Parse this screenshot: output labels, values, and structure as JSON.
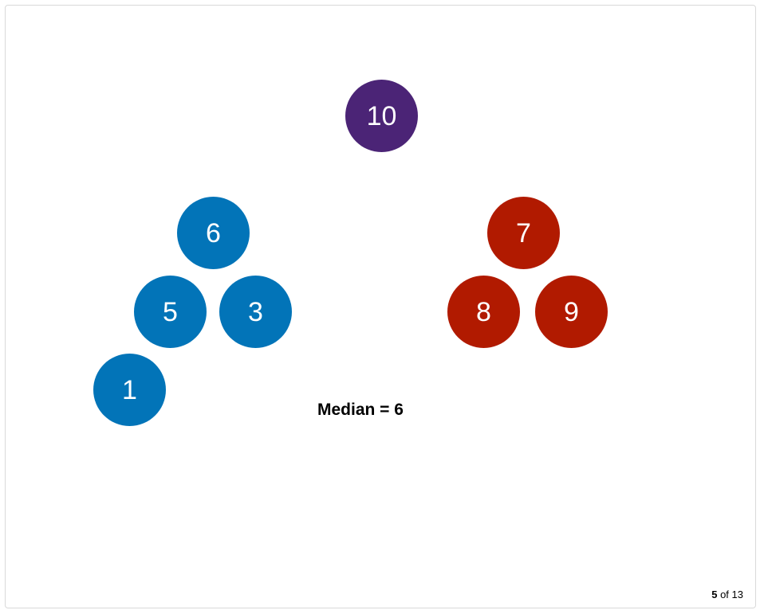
{
  "colors": {
    "purple": "#4b2476",
    "blue": "#0274b8",
    "red": "#b11a00"
  },
  "nodes": {
    "top": "10",
    "blue_top": "6",
    "blue_mid_left": "5",
    "blue_mid_right": "3",
    "blue_bottom": "1",
    "red_top": "7",
    "red_left": "8",
    "red_right": "9"
  },
  "caption": "Median = 6",
  "pager": {
    "current": "5",
    "separator": "of",
    "total": "13"
  }
}
